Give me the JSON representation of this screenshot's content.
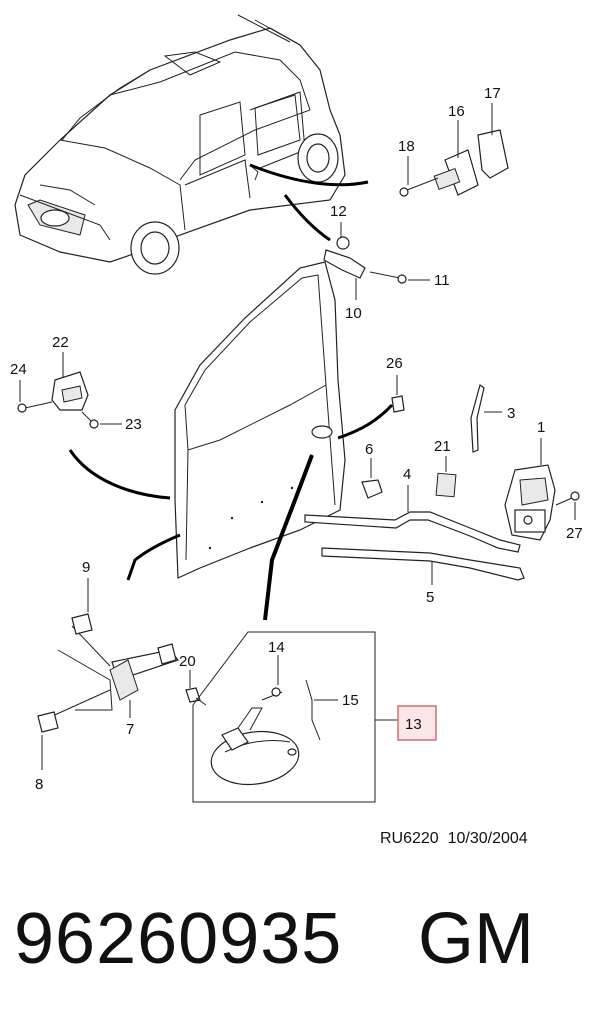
{
  "callouts": {
    "c1": "1",
    "c3": "3",
    "c4": "4",
    "c5": "5",
    "c6": "6",
    "c7": "7",
    "c8": "8",
    "c9": "9",
    "c10": "10",
    "c11": "11",
    "c12": "12",
    "c13": "13",
    "c14": "14",
    "c15": "15",
    "c16": "16",
    "c17": "17",
    "c18": "18",
    "c20": "20",
    "c21": "21",
    "c22": "22",
    "c23": "23",
    "c24": "24",
    "c26": "26",
    "c27": "27"
  },
  "stamp": {
    "code": "RU6220",
    "date": "10/30/2004"
  },
  "footer": {
    "part_number": "96260935",
    "brand": "GM"
  },
  "colors": {
    "highlight_box": "#d86a72",
    "highlight_fill": "#fbe6e8"
  }
}
